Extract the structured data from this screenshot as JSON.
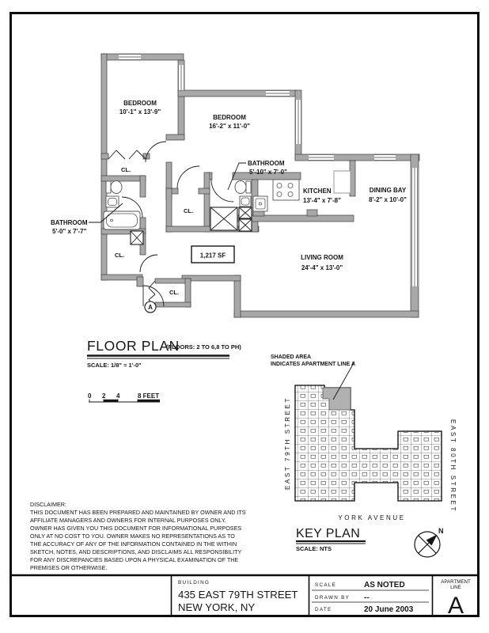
{
  "floor_plan": {
    "title": "FLOOR PLAN",
    "floors_note": "(FLOORS: 2 TO 6,8 TO PH)",
    "scale_note": "SCALE: 1/8\" = 1'-0\"",
    "scalebar": {
      "n0": "0",
      "n2": "2",
      "n4": "4",
      "n8": "8 FEET"
    },
    "area_label": "1,217 SF",
    "entry_marker": "A",
    "closet_label": "CL.",
    "rooms": {
      "bedroom1": {
        "name": "BEDROOM",
        "dims": "10'-1\" x 13'-9\""
      },
      "bedroom2": {
        "name": "BEDROOM",
        "dims": "16'-2\" x 11'-0\""
      },
      "bathroom1": {
        "name": "BATHROOM",
        "dims": "5'-0\" x 7'-7\""
      },
      "bathroom2": {
        "name": "BATHROOM",
        "dims": "5'-10\" x 7'-0\""
      },
      "kitchen": {
        "name": "KITCHEN",
        "dims": "13'-4\" x 7'-8\""
      },
      "dining_bay": {
        "name": "DINING BAY",
        "dims": "8'-2\" x 10'-0\""
      },
      "living_room": {
        "name": "LIVING ROOM",
        "dims": "24'-4\" x 13'-0\""
      }
    }
  },
  "key_plan": {
    "title": "KEY PLAN",
    "scale_note": "SCALE: NTS",
    "annotation_line1": "SHADED AREA",
    "annotation_line2": "INDICATES APARTMENT LINE A",
    "street_west": "EAST 79TH STREET",
    "street_east": "EAST 80TH STREET",
    "street_south": "YORK AVENUE",
    "north_label": "N",
    "shade_color": "#b1b1b1"
  },
  "disclaimer": {
    "heading": "DISCLAIMER:",
    "lines": [
      "THIS DOCUMENT HAS BEEN PREPARED AND MAINTAINED BY OWNER AND ITS",
      "AFFILIATE MANAGERS AND OWNERS FOR INTERNAL PURPOSES ONLY.",
      "OWNER HAS GIVEN YOU THIS DOCUMENT FOR INFORMATIONAL PURPOSES",
      "ONLY AT NO COST TO YOU.  OWNER MAKES NO REPRESENTATIONS AS TO",
      "THE ACCURACY OF ANY OF THE INFORMATION CONTAINED IN THE WITHIN",
      "SKETCH, NOTES, AND DESCRIPTIONS, AND DISCLAIMS ALL RESPONSIBILITY",
      "FOR ANY DISCREPANCIES BASED UPON A PHYSICAL EXAMINATION OF THE",
      "PREMISES OR OTHERWISE."
    ]
  },
  "title_block": {
    "building_label": "BUILDING",
    "address": "435 EAST 79TH STREET",
    "city": "NEW YORK, NY",
    "scale_label": "SCALE",
    "scale_value": "AS NOTED",
    "drawn_by_label": "DRAWN BY",
    "drawn_by_value": "--",
    "date_label": "DATE",
    "date_value": "20 June 2003",
    "apartment_label_1": "APARTMENT",
    "apartment_label_2": "LINE",
    "apartment_value": "A"
  }
}
